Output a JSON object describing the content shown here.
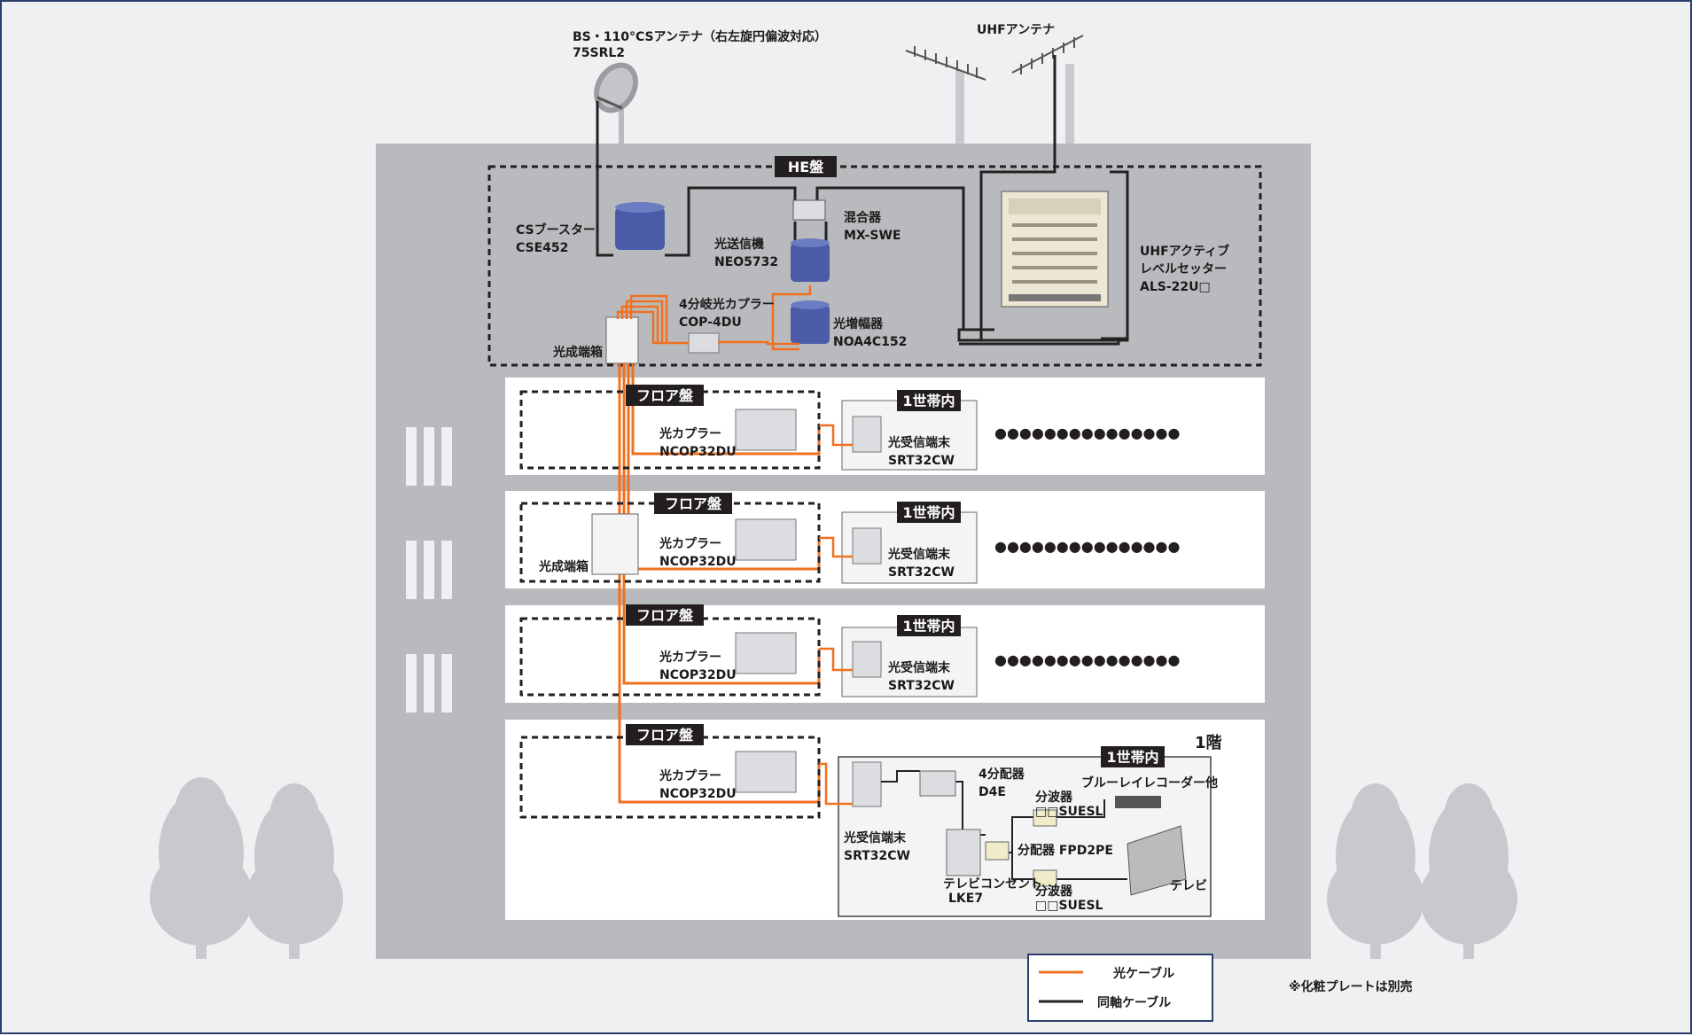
{
  "antennas": {
    "bs_label_1": "BS・110°CSアンテナ（右左旋円偏波対応）",
    "bs_label_2": "75SRL2",
    "uhf_label": "UHFアンテナ"
  },
  "he_panel": {
    "title": "HE盤",
    "cs_booster_1": "CSブースター",
    "cs_booster_2": "CSE452",
    "mixer_1": "混合器",
    "mixer_2": "MX-SWE",
    "optical_tx_1": "光送信機",
    "optical_tx_2": "NEO5732",
    "coupler4_1": "4分岐光カプラー",
    "coupler4_2": "COP-4DU",
    "amp_1": "光増幅器",
    "amp_2": "NOA4C152",
    "uhf_setter_1": "UHFアクティブ",
    "uhf_setter_2": "レベルセッター",
    "uhf_setter_3": "ALS-22U□",
    "terminal_box": "光成端箱"
  },
  "floors": [
    {
      "panel": "フロア盤",
      "coupler_1": "光カプラー",
      "coupler_2": "NCOP32DU",
      "unit": "1世帯内",
      "terminal_1": "光受信端末",
      "terminal_2": "SRT32CW",
      "dots": "●●●●●●●●●●●●●●●"
    },
    {
      "panel": "フロア盤",
      "coupler_1": "光カプラー",
      "coupler_2": "NCOP32DU",
      "unit": "1世帯内",
      "terminal_1": "光受信端末",
      "terminal_2": "SRT32CW",
      "dots": "●●●●●●●●●●●●●●●",
      "box": "光成端箱"
    },
    {
      "panel": "フロア盤",
      "coupler_1": "光カプラー",
      "coupler_2": "NCOP32DU",
      "unit": "1世帯内",
      "terminal_1": "光受信端末",
      "terminal_2": "SRT32CW",
      "dots": "●●●●●●●●●●●●●●●"
    }
  ],
  "ground": {
    "panel": "フロア盤",
    "coupler_1": "光カプラー",
    "coupler_2": "NCOP32DU",
    "floor": "1階",
    "unit": "1世帯内",
    "splitter4_1": "4分配器",
    "splitter4_2": "D4E",
    "bluray": "ブルーレイレコーダー他",
    "sep_a_1": "分波器",
    "sep_a_2": "□□SUESL",
    "splitter2": "分配器 FPD2PE",
    "sep_b_1": "分波器",
    "sep_b_2": "□□SUESL",
    "terminal_1": "光受信端末",
    "terminal_2": "SRT32CW",
    "outlet_1": "テレビコンセント",
    "outlet_2": "LKE7",
    "tv": "テレビ"
  },
  "legend": {
    "optical": "光ケーブル",
    "coax": "同軸ケーブル"
  },
  "note": "※化粧プレートは別売",
  "colors": {
    "optical": "#f07020",
    "coax": "#222222",
    "building": "#b9babd",
    "tag": "#231f20"
  }
}
